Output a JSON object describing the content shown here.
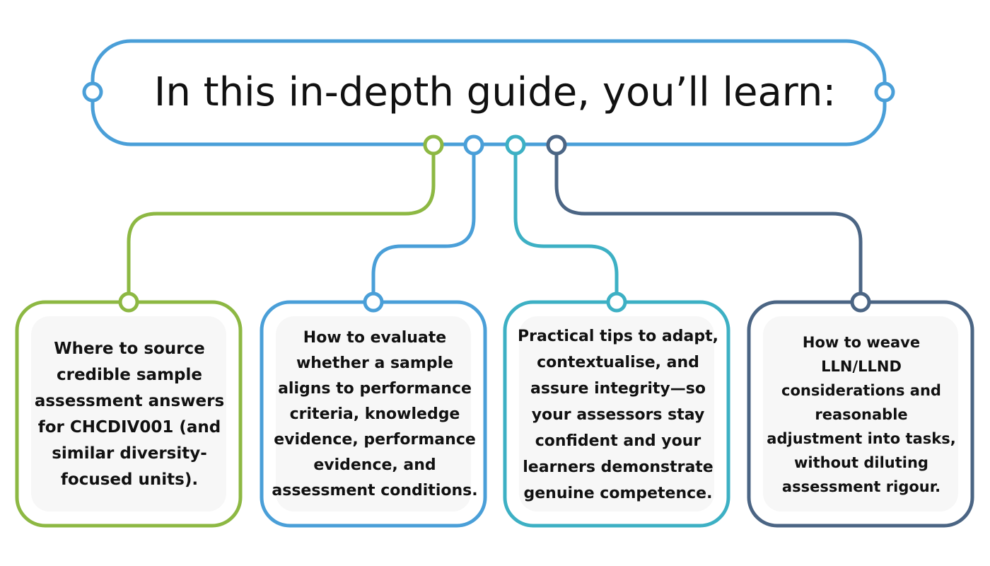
{
  "title": "In this in-depth guide, you’ll learn:",
  "colors": {
    "title_frame": "#4a9fd8",
    "branch_1": "#8db843",
    "branch_2": "#4a9fd8",
    "branch_3": "#3db0c4",
    "branch_4": "#4b6584",
    "card_fill": "#f7f7f7"
  },
  "cards": [
    {
      "text": "Where to source credible sample assessment answers for CHCDIV001 (and similar diversity-focused units)."
    },
    {
      "text": "How to evaluate whether a sample aligns to performance criteria, knowledge evidence, performance evidence, and assessment conditions."
    },
    {
      "text": "Practical tips to adapt, contextualise, and assure integrity—so your assessors stay confident and your learners demonstrate genuine competence."
    },
    {
      "text": "How to weave LLN/LLND considerations and reasonable adjustment into tasks, without diluting assessment rigour."
    }
  ]
}
